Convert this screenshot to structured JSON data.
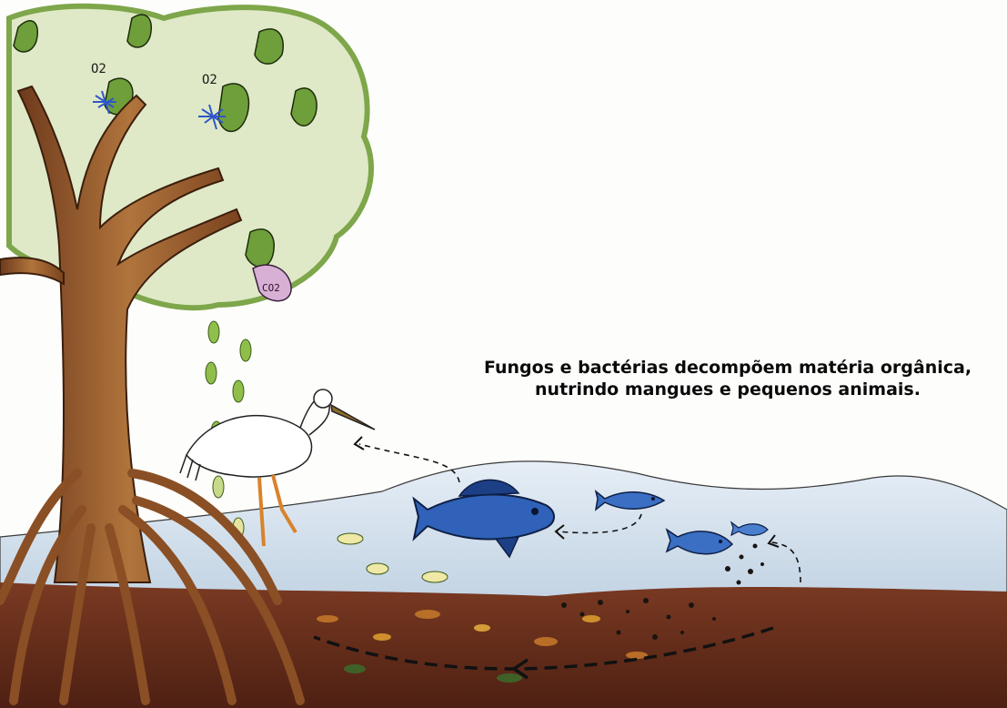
{
  "illustration": {
    "caption_lines": [
      "Fungos e bactérias decompõem matéria orgânica,",
      "nutrindo mangues e pequenos animais."
    ],
    "tree_labels": {
      "oxygen_1": "O2",
      "oxygen_2": "O2",
      "carbon_dioxide": "CO2"
    },
    "colors": {
      "canopy": "#9cc25a",
      "trunk": "#9a5a2c",
      "water": "#c9d8e6",
      "mud": "#6b2f1c",
      "fish": "#2f62b8"
    }
  }
}
